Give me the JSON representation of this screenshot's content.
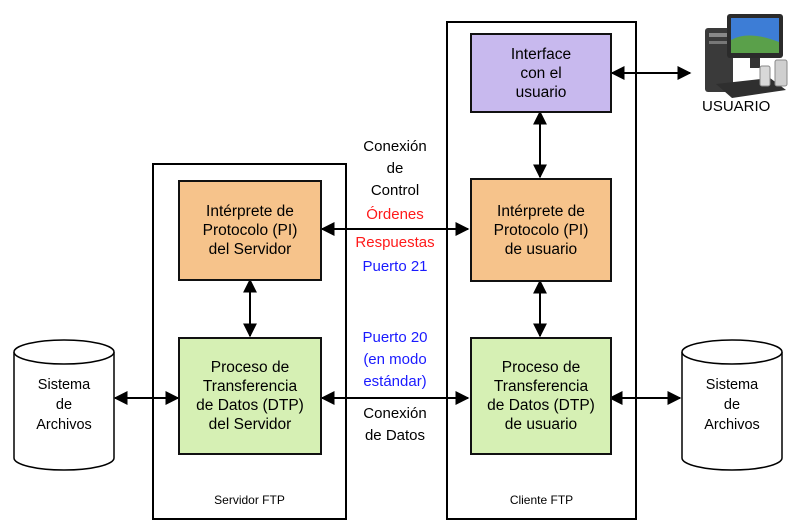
{
  "server": {
    "frame_label": "Servidor FTP",
    "pi_label": "Intérprete de\nProtocolo (PI)\ndel Servidor",
    "dtp_label": "Proceso de\nTransferencia\nde Datos (DTP)\ndel Servidor"
  },
  "client": {
    "frame_label": "Cliente FTP",
    "ui_label": "Interface\ncon el\nusuario",
    "pi_label": "Intérprete de\nProtocolo (PI)\nde usuario",
    "dtp_label": "Proceso de\nTransferencia\nde Datos (DTP)\nde usuario"
  },
  "control_connection": {
    "label": "Conexión\nde\nControl",
    "orders": "Órdenes",
    "responses": "Respuestas",
    "port": "Puerto 21"
  },
  "data_connection": {
    "port_mode": "Puerto 20\n(en modo\nestándar)",
    "label": "Conexión\nde Datos"
  },
  "file_system_left": "Sistema\nde\nArchivos",
  "file_system_right": "Sistema\nde\nArchivos",
  "user_label": "USUARIO",
  "colors": {
    "pi_fill": "#f6c38b",
    "dtp_fill": "#d6f0b4",
    "ui_fill": "#c8b9ee",
    "orders_text": "#ff1a1a",
    "port_text": "#1a1aff"
  }
}
